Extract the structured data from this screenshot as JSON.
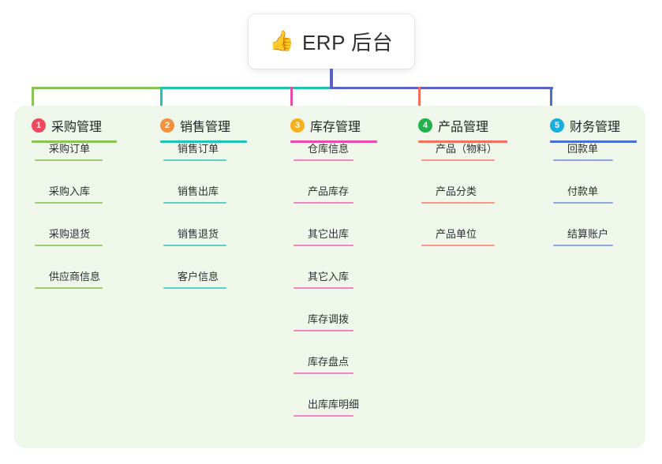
{
  "root": {
    "emoji": "👍",
    "emoji_name": "thumbs-up-icon",
    "title": "ERP 后台"
  },
  "colors": {
    "panel_bg": "#eef7e9",
    "page_bg": "#ffffff",
    "stem": "#5a63c4",
    "bus_left": "#18bfa0",
    "bus_right": "#5a63c4",
    "badge1": "#f0485e",
    "badge2": "#f2913f",
    "badge3": "#f6b11c",
    "badge4": "#22b24c",
    "badge5": "#18aee0",
    "rule1": "#86c455",
    "rule2": "#21c4b4",
    "rule3": "#e84ba8",
    "rule4": "#f4705e",
    "rule5": "#4a6fd0"
  },
  "columns": [
    {
      "number": "1",
      "title": "采购管理",
      "badge_color": "#f0485e",
      "rule_color": "#86c455",
      "leaf_color": "#9ccb72",
      "drop_color": "#86c455",
      "items": [
        "采购订单",
        "采购入库",
        "采购退货",
        "供应商信息"
      ]
    },
    {
      "number": "2",
      "title": "销售管理",
      "badge_color": "#f2913f",
      "rule_color": "#21c4b4",
      "leaf_color": "#5ccfc4",
      "drop_color": "#21c4b4",
      "items": [
        "销售订单",
        "销售出库",
        "销售退货",
        "客户信息"
      ]
    },
    {
      "number": "3",
      "title": "库存管理",
      "badge_color": "#f6b11c",
      "rule_color": "#e84ba8",
      "leaf_color": "#ef86be",
      "drop_color": "#e84ba8",
      "items": [
        "仓库信息",
        "产品库存",
        "其它出库",
        "其它入库",
        "库存调拨",
        "库存盘点",
        "出库库明细"
      ]
    },
    {
      "number": "4",
      "title": "产品管理",
      "badge_color": "#22b24c",
      "rule_color": "#f4705e",
      "leaf_color": "#f79587",
      "drop_color": "#f4705e",
      "items": [
        "产品（物料）",
        "产品分类",
        "产品单位"
      ]
    },
    {
      "number": "5",
      "title": "财务管理",
      "badge_color": "#18aee0",
      "rule_color": "#4a6fd0",
      "leaf_color": "#8fa6dd",
      "drop_color": "#4a6fd0",
      "items": [
        "回款单",
        "付款单",
        "结算账户"
      ]
    }
  ]
}
